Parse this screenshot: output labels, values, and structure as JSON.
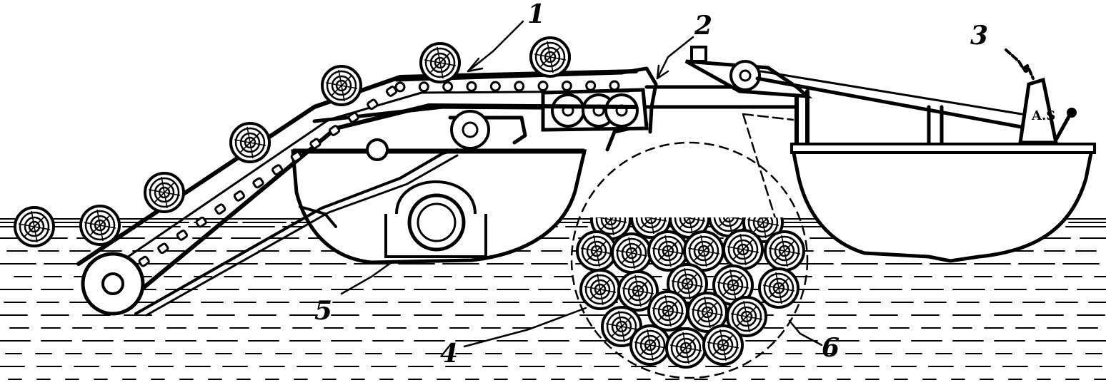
{
  "figure": {
    "labels": [
      {
        "id": "1",
        "text": "1"
      },
      {
        "id": "2",
        "text": "2"
      },
      {
        "id": "3",
        "text": "3"
      },
      {
        "id": "4",
        "text": "4"
      },
      {
        "id": "5",
        "text": "5"
      },
      {
        "id": "6",
        "text": "6"
      }
    ],
    "plate_text": "A.S",
    "ink_color": "#000000",
    "background_color": "#ffffff"
  }
}
